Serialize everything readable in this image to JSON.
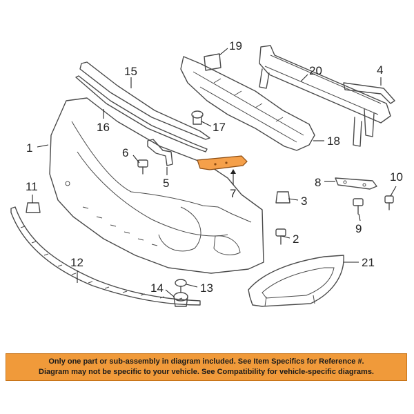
{
  "callouts": {
    "c1": "1",
    "c2": "2",
    "c3": "3",
    "c4": "4",
    "c5": "5",
    "c6": "6",
    "c7": "7",
    "c8": "8",
    "c9": "9",
    "c10": "10",
    "c11": "11",
    "c12": "12",
    "c13": "13",
    "c14": "14",
    "c15": "15",
    "c16": "16",
    "c17": "17",
    "c18": "18",
    "c19": "19",
    "c20": "20",
    "c21": "21"
  },
  "highlight_color": "#f5a04a",
  "disclaimer": {
    "line1": "Only one part or sub-assembly in diagram included. See Item Specifics for Reference #.",
    "line2": "Diagram may not be specific to your vehicle. See Compatibility for vehicle-specific diagrams."
  }
}
